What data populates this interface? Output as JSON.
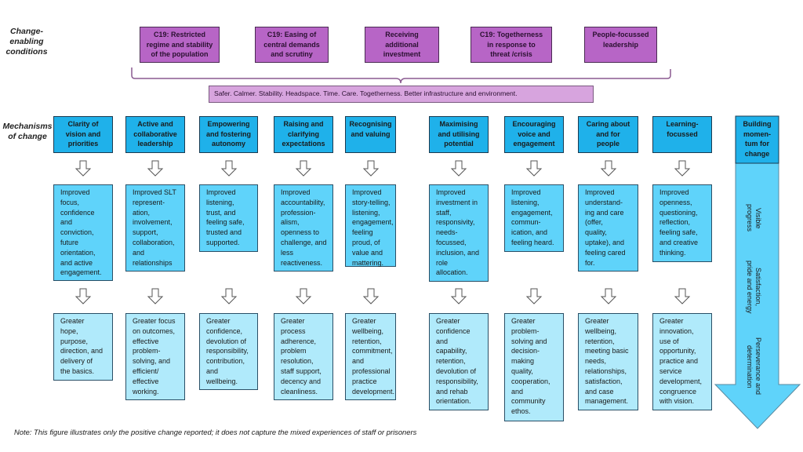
{
  "row_labels": {
    "conditions": "Change-\nenabling\nconditions",
    "mechanisms": "Mechanisms\nof change"
  },
  "conditions": [
    "C19: Restricted\nregime and stability\nof the population",
    "C19: Easing of\ncentral demands\nand scrutiny",
    "Receiving\nadditional\ninvestment",
    "C19: Togetherness\nin response to\nthreat /crisis",
    "People-focussed\nleadership"
  ],
  "outcome_bar": "Safer.  Calmer.  Stability.  Headspace.  Time.  Care.  Togetherness.  Better  infrastructure and environment.",
  "mechanisms": [
    {
      "title": "Clarity of\nvision and\npriorities",
      "improved": "Improved\nfocus,\nconfidence\nand\nconviction,\nfuture\norientation,\nand active\nengagement.",
      "greater": "Greater\nhope,\npurpose,\ndirection, and\ndelivery of\nthe basics."
    },
    {
      "title": "Active and\ncollaborative\nleadership",
      "improved": "Improved SLT\nrepresent-\nation,\ninvolvement,\nsupport,\ncollaboration,\nand\nrelationships",
      "greater": "Greater focus\non outcomes,\neffective\nproblem-\nsolving, and\nefficient/\neffective\nworking."
    },
    {
      "title": "Empowering\nand fostering\nautonomy",
      "improved": "Improved\nlistening,\ntrust, and\nfeeling safe,\ntrusted and\nsupported.",
      "greater": "Greater\nconfidence,\ndevolution of\nresponsibility,\ncontribution,\nand\nwellbeing."
    },
    {
      "title": "Raising and\nclarifying\nexpectations",
      "improved": "Improved\naccountability,\nprofession-\nalism,\nopenness to\nchallenge, and\nless\nreactiveness.",
      "greater": "Greater\nprocess\nadherence,\nproblem\nresolution,\nstaff support,\ndecency and\ncleanliness."
    },
    {
      "title": "Recognising\nand valuing",
      "improved": "Improved\nstory-telling,\nlistening,\nengagement,\nfeeling\nproud, of\nvalue and\nmattering.",
      "greater": "Greater\nwellbeing,\nretention,\ncommitment,\nand\nprofessional\npractice\ndevelopment."
    },
    {
      "title": "Maximising\nand utilising\npotential",
      "improved": "Improved\ninvestment in\nstaff,\nresponsivity,\nneeds-\nfocussed,\ninclusion, and\nrole\nallocation.",
      "greater": "Greater\nconfidence\nand\ncapability,\nretention,\ndevolution of\nresponsibility,\nand rehab\norientation."
    },
    {
      "title": "Encouraging\nvoice and\nengagement",
      "improved": "Improved\nlistening,\nengagement,\ncommun-\nication, and\nfeeling heard.",
      "greater": "Greater\nproblem-\nsolving and\ndecision-\nmaking\nquality,\ncooperation,\nand\ncommunity\nethos."
    },
    {
      "title": "Caring about\nand for\npeople",
      "improved": "Improved\nunderstand-\ning and care\n(offer,\nquality,\nuptake), and\nfeeling cared\nfor.",
      "greater": "Greater\nwellbeing,\nretention,\nmeeting  basic\nneeds,\nrelationships,\nsatisfaction,\nand case\nmanagement."
    },
    {
      "title": "Learning-\nfocussed",
      "improved": "Improved\nopenness,\nquestioning,\nreflection,\nfeeling safe,\nand  creative\nthinking.",
      "greater": "Greater\ninnovation,\nuse of\nopportunity,\npractice and\nservice\ndevelopment,\ncongruence\nwith vision."
    }
  ],
  "momentum": {
    "title": "Building\nmomen-\ntum for\nchange",
    "stages": [
      "Visible\nprogress",
      "Satisfaction,\npride and energy",
      "Perseverance and\ndetermination"
    ]
  },
  "note": "Note: This figure illustrates only the positive change reported; it does not capture the mixed experiences of staff or prisoners",
  "colors": {
    "condition": "#b765c6",
    "bar": "#d7a4de",
    "mechanism": "#1fb1ea",
    "improved": "#5fd3fa",
    "greater": "#b0eafb",
    "arrow": "#5fd3fa"
  }
}
